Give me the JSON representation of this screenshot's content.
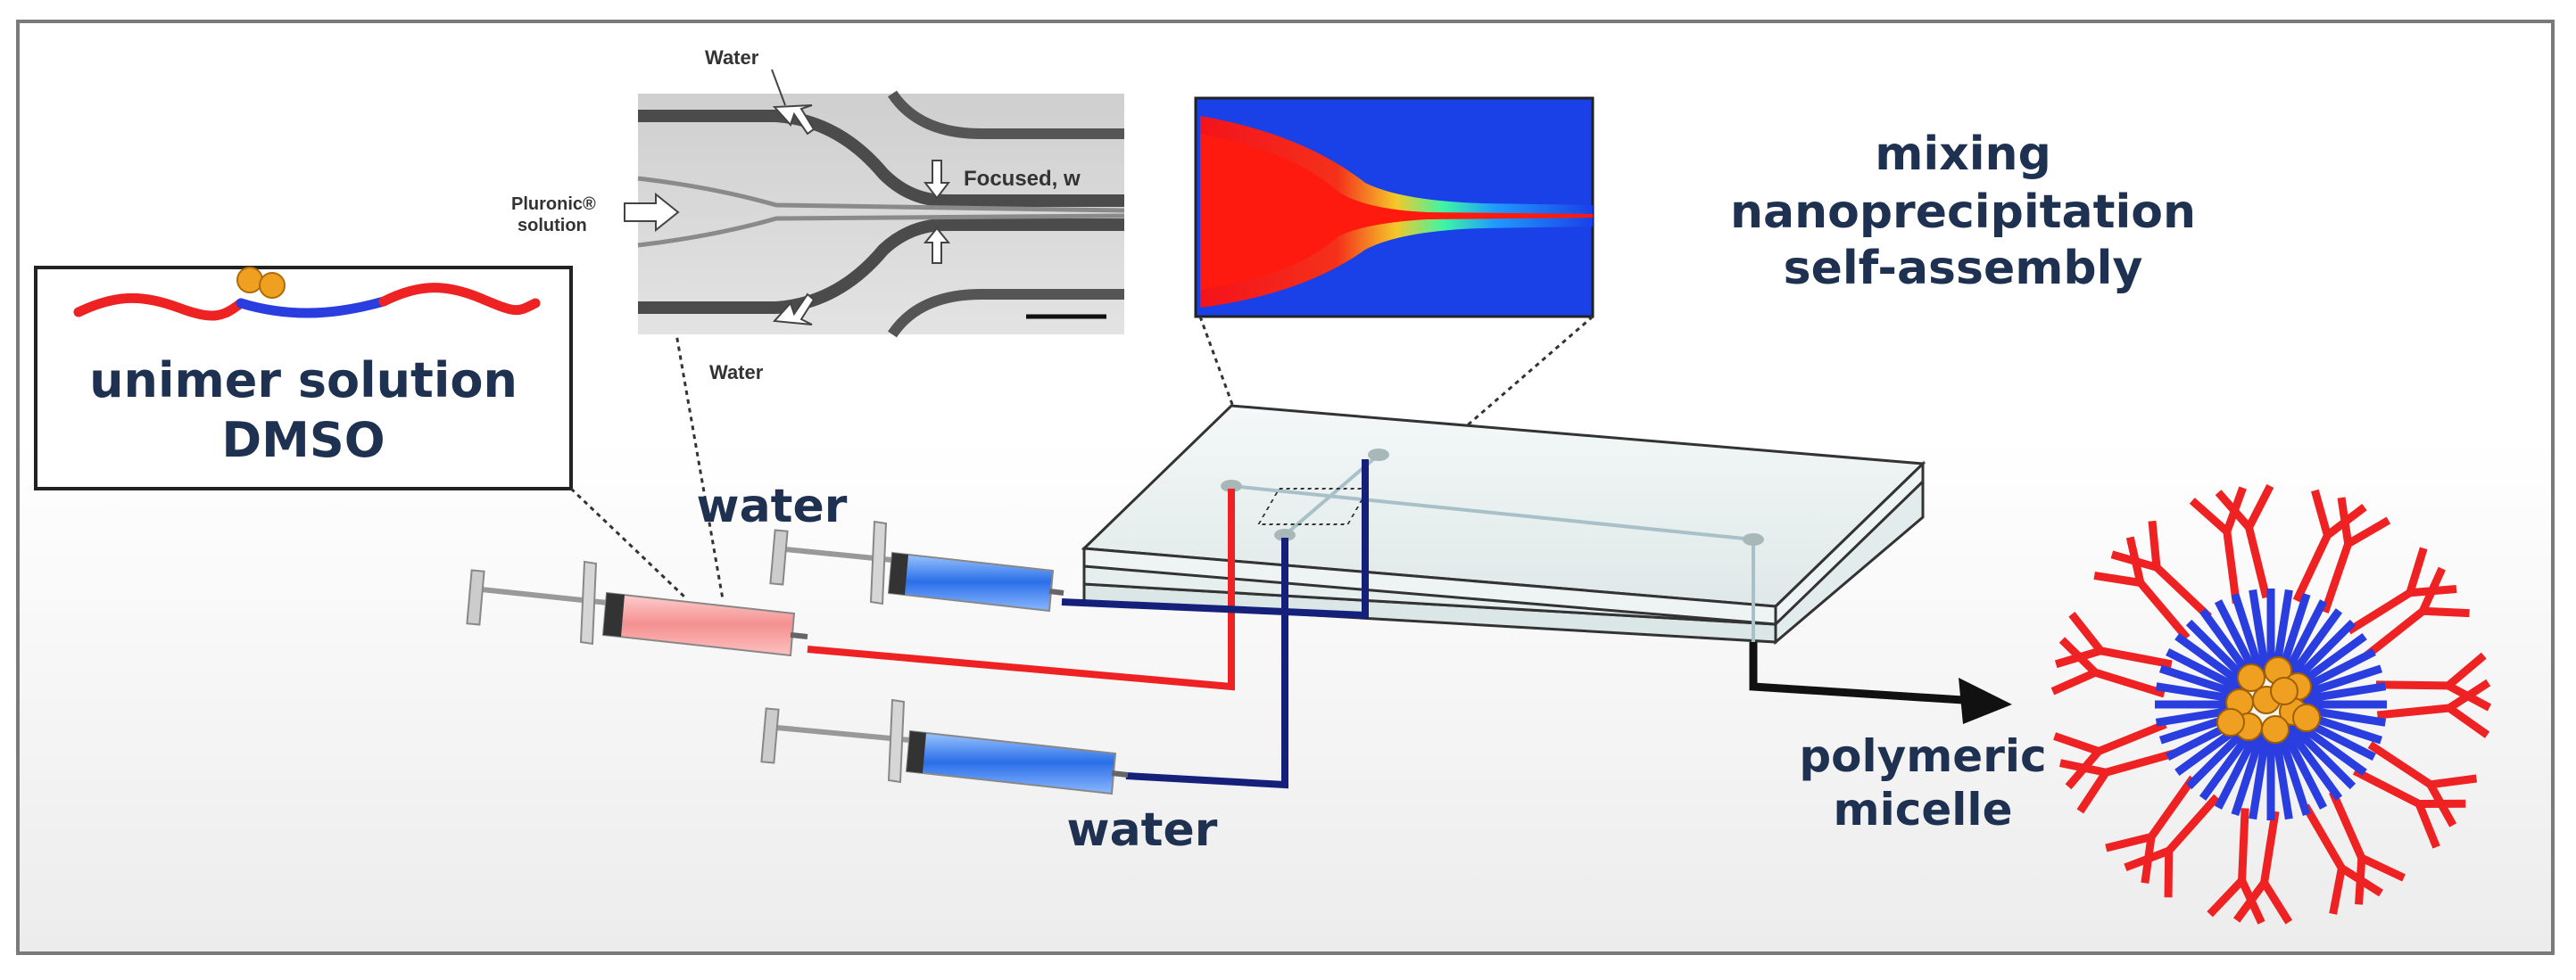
{
  "labels": {
    "unimer_solution": "unimer solution",
    "dmso": "DMSO",
    "water_top": "water",
    "water_bottom": "water",
    "mixing": "mixing",
    "nanoprecipitation": "nanoprecipitation",
    "self_assembly": "self-assembly",
    "polymeric": "polymeric",
    "micelle": "micelle"
  },
  "inset": {
    "water_top": "Water",
    "water_bottom": "Water",
    "pluronic_line1": "Pluronic®",
    "pluronic_line2": "solution",
    "focused": "Focused, w"
  },
  "colors": {
    "polymer_red": "#ee2222",
    "polymer_blue": "#2a3ee0",
    "particle": "#f0a020",
    "tube_navy": "#14207a",
    "text_navy": "#1f3150"
  }
}
